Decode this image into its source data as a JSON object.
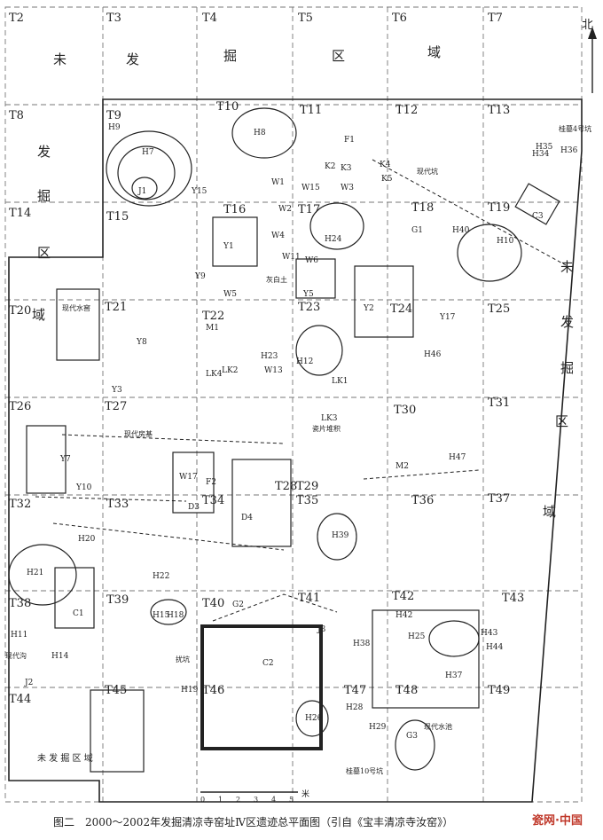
{
  "grid_labels": [
    "T2",
    "T3",
    "T4",
    "T5",
    "T6",
    "T7",
    "T8",
    "T9",
    "T11",
    "T12",
    "T13",
    "T14",
    "T15",
    "T16",
    "T17",
    "T18",
    "T19",
    "T20",
    "T21",
    "T22",
    "T24",
    "T25",
    "T26",
    "T27",
    "T30",
    "T31",
    "T32",
    "T33",
    "T34",
    "T35",
    "T36",
    "T37",
    "T38",
    "T39",
    "T40",
    "T41",
    "T42",
    "T43",
    "T44",
    "T45",
    "T46",
    "T47",
    "T48",
    "T49",
    "T10",
    "T23",
    "T28",
    "T29"
  ],
  "unexcavated_top": [
    "未",
    "发",
    "掘",
    "区",
    "域"
  ],
  "unexcavated_left": [
    "发",
    "掘",
    "区",
    "域"
  ],
  "unexcavated_right": [
    "未",
    "发",
    "掘",
    "区",
    "域"
  ],
  "unexcavated_bottom": "未 发 掘 区 域",
  "features": [
    "H7",
    "H8",
    "H9",
    "J1",
    "K2",
    "K3",
    "K4",
    "K5",
    "F1",
    "W1",
    "W2",
    "W3",
    "W4",
    "W5",
    "W6",
    "W11",
    "W13",
    "W15",
    "W17",
    "Y1",
    "Y2",
    "Y3",
    "Y5",
    "Y7",
    "Y8",
    "Y9",
    "Y10",
    "Y15",
    "Y17",
    "H10",
    "H12",
    "H20",
    "H21",
    "H22",
    "H23",
    "H24",
    "H26",
    "H28",
    "H29",
    "H34",
    "H35",
    "H36",
    "H37",
    "H38",
    "H39",
    "H40",
    "H42",
    "H43",
    "H44",
    "H46",
    "H47",
    "G1",
    "G2",
    "G3",
    "C1",
    "C2",
    "C3",
    "D3",
    "D4",
    "F2",
    "M1",
    "M2",
    "J2",
    "J3",
    "LK1",
    "LK2",
    "LK3",
    "LK4",
    "H11",
    "H14",
    "H15",
    "H18",
    "H19",
    "H25"
  ],
  "annotations": [
    "现代坑",
    "现代水窖",
    "现代房基",
    "灰白土",
    "瓷片堆积",
    "现代沟",
    "现代水池",
    "扰坑",
    "桂墓4号坑",
    "桂墓10号坑"
  ],
  "compass": "北",
  "scale_ticks": [
    "0",
    "1",
    "2",
    "3",
    "4",
    "5"
  ],
  "scale_unit": "米",
  "caption": "图二　2000～2002年发掘清凉寺窑址Ⅳ区遗迹总平面图（引自《宝丰清凉寺汝窑》）",
  "watermark": "瓷网·中国"
}
